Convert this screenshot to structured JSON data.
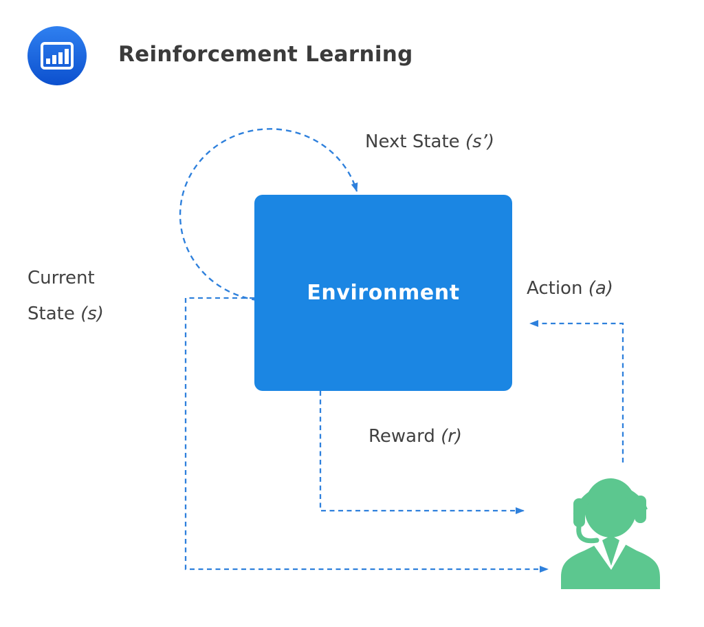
{
  "header": {
    "title": "Reinforcement Learning",
    "logo": {
      "icon": "bar-chart-icon"
    }
  },
  "diagram": {
    "environment": {
      "label": "Environment"
    },
    "labels": {
      "next_state": {
        "text": "Next State",
        "symbol": "(s’)"
      },
      "current_state": {
        "line1": "Current",
        "line2": "State",
        "symbol": "(s)"
      },
      "action": {
        "text": "Action",
        "symbol": "(a)"
      },
      "reward": {
        "text": "Reward",
        "symbol": "(r)"
      }
    },
    "agent": {
      "icon": "support-agent-icon"
    },
    "colors": {
      "environment_blue": "#1B86E3",
      "arrow_blue": "#2E80DC",
      "agent_green": "#5CC78F",
      "title_text": "#3B3B3B",
      "label_text": "#414141",
      "env_label_text": "#FFFFFF",
      "logo_gradient_top": "#2F80F0",
      "logo_gradient_bottom": "#0C50CE",
      "logo_glyph": "#FFFFFF"
    }
  }
}
